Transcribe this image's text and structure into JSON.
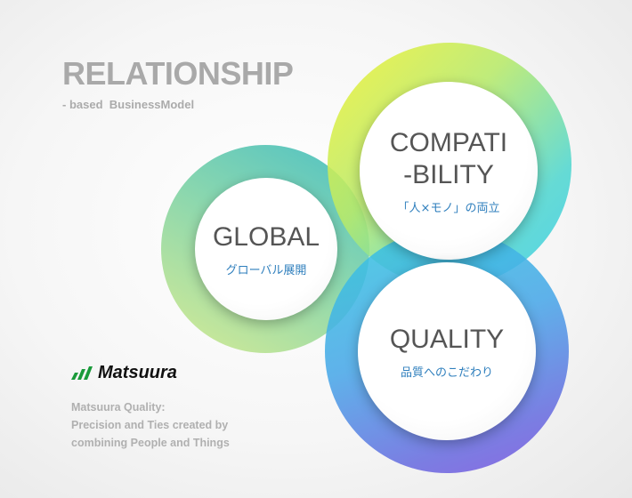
{
  "header": {
    "title": "RELATIONSHIP",
    "subtitle": "- based  BusinessModel"
  },
  "circles": {
    "global": {
      "title": "GLOBAL",
      "jp": "グローバル展開"
    },
    "compatibility": {
      "title_line1": "COMPATI",
      "title_line2": "-BILITY",
      "jp": "「人×モノ」の両立"
    },
    "quality": {
      "title": "QUALITY",
      "jp": "品質へのこだわり"
    }
  },
  "logo": {
    "text": "Matsuura",
    "color": "#1a9a3a"
  },
  "description": {
    "line1": "Matsuura Quality:",
    "line2": "Precision and Ties created by",
    "line3": "combining People and Things"
  }
}
